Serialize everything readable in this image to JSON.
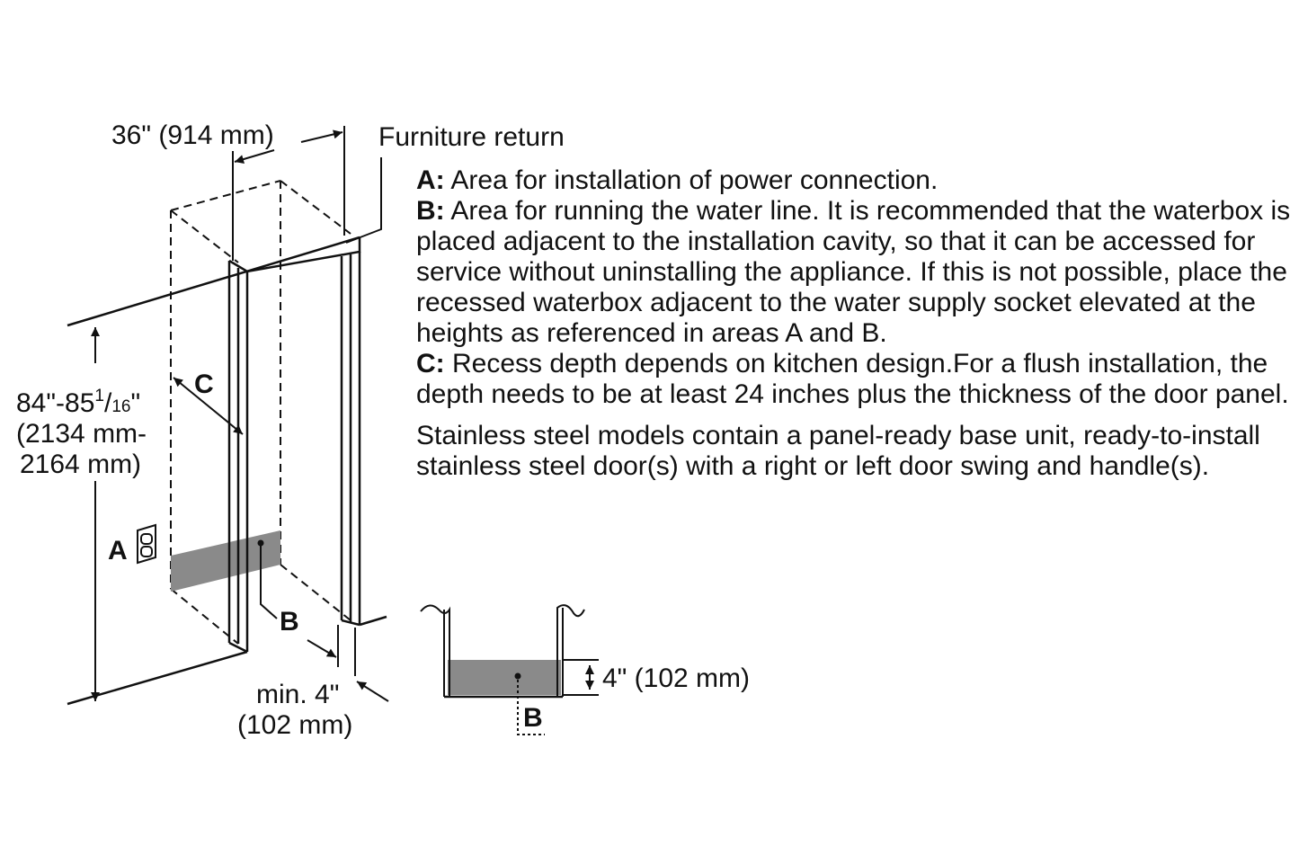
{
  "top_dimension": "36\" (914 mm)",
  "furniture_return": "Furniture return",
  "height_dimension": {
    "line1_prefix": "84\"-85",
    "line1_sup": "1",
    "line1_slash": "/",
    "line1_sub": "16",
    "line1_suffix": "\"",
    "line2": "(2134 mm-",
    "line3": "2164 mm)"
  },
  "labels": {
    "a": "A",
    "b": "B",
    "c": "C"
  },
  "min_depth": {
    "line1": "min. 4\"",
    "line2": "(102 mm)"
  },
  "waterbox_height": "4\" (102 mm)",
  "notes": {
    "a_key": "A:",
    "a_text": " Area for installation of power connection.",
    "b_key": "B:",
    "b_text": " Area for running the water line. It is recommended that the waterbox is placed adjacent to the installation cavity, so that it can be accessed for service without uninstalling the appliance. If this is not possible, place the recessed waterbox adjacent to the water supply socket elevated at the heights as referenced in areas A and B.",
    "c_key": "C:",
    "c_text": " Recess depth depends on kitchen design.For a flush installation, the depth needs to be at least 24 inches plus the thickness of the door panel.",
    "stainless": "Stainless steel models contain a panel-ready base unit, ready-to-install stainless steel door(s) with a right or left door swing and handle(s)."
  },
  "colors": {
    "shading": "#8a8a8a",
    "line": "#111111"
  }
}
